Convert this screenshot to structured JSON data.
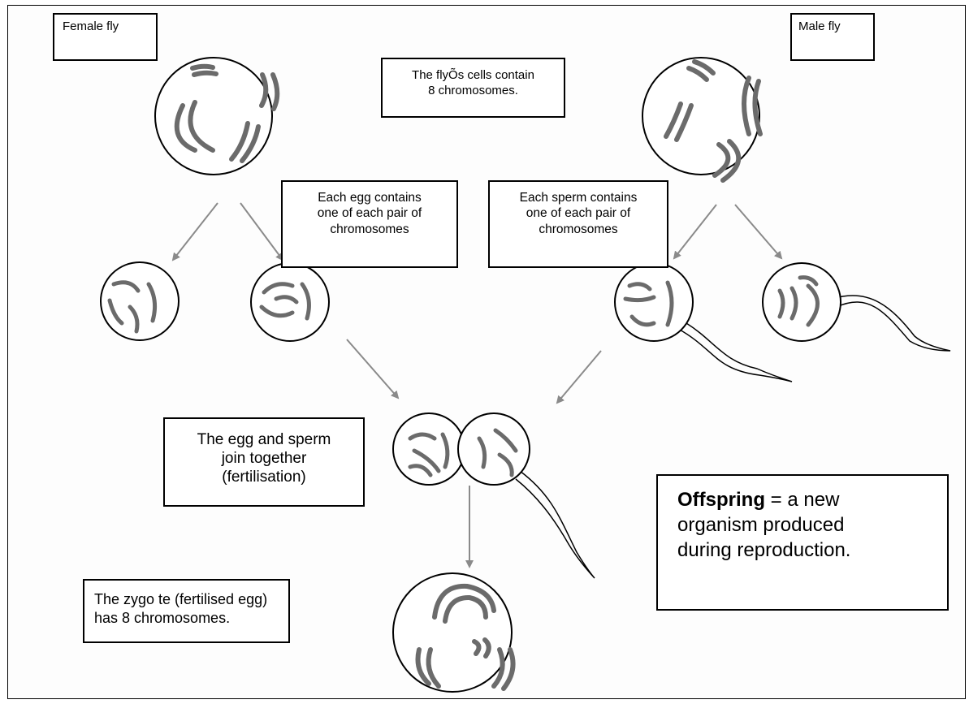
{
  "labels": {
    "female": "Female fly",
    "male": "Male fly",
    "chromosomes": [
      "The flyÕs cells contain",
      "8 chromosomes."
    ],
    "egg": [
      "Each egg contains",
      "one of each pair of",
      "chromosomes"
    ],
    "sperm": [
      "Each sperm contains",
      "one of each pair of",
      "chromosomes"
    ],
    "fertilisation": [
      "The egg and sperm",
      "join together",
      "(fertilisation)"
    ],
    "zygote": [
      "The zygo te (fertilised egg)",
      "has  8 chromosomes."
    ],
    "offspring": {
      "term": "Offspring",
      "line1": " = a new",
      "line2": "organism produced",
      "line3": "during reproduction."
    }
  },
  "colors": {
    "chromosome": "#6b6b6b",
    "arrow": "#8a8a8a",
    "outline": "#000000"
  }
}
